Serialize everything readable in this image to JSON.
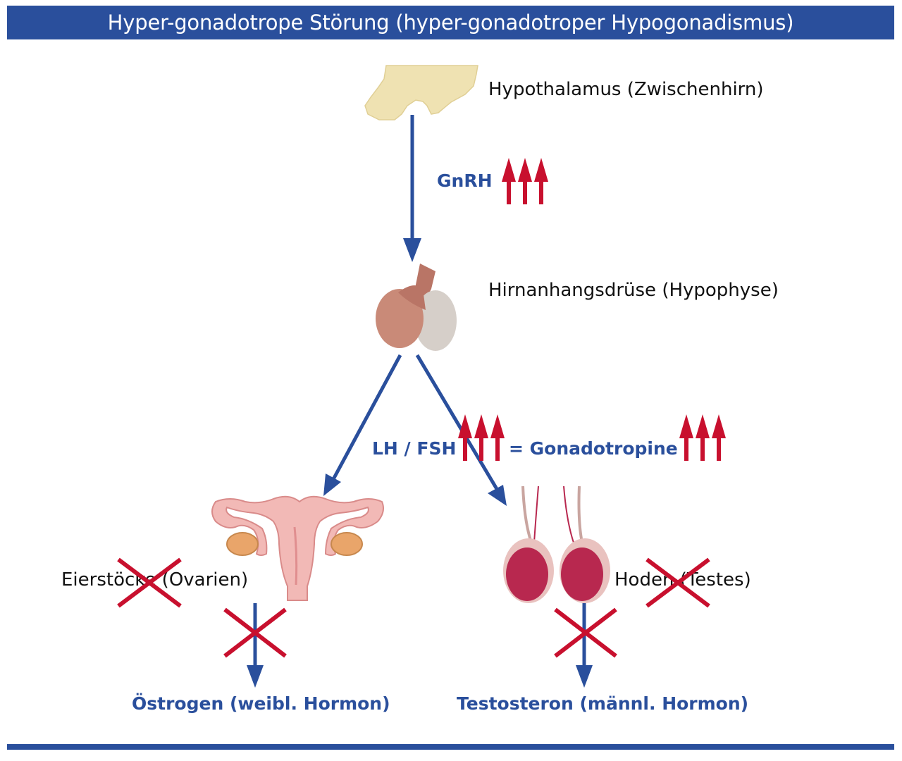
{
  "title": "Hyper-gonadotrope Störung (hyper-gonadotroper Hypogonadismus)",
  "labels": {
    "hypothalamus": "Hypothalamus (Zwischenhirn)",
    "pituitary": "Hirnanhangsdrüse (Hypophyse)",
    "gnrh": "GnRH",
    "lh_fsh": "LH / FSH",
    "gonadotropins": "= Gonadotropine",
    "ovaries": "Eierstöcke (Ovarien)",
    "testes": "Hoden (Testes)",
    "estrogen": "Östrogen (weibl. Hormon)",
    "testosterone": "Testosteron (männl. Hormon)"
  },
  "colors": {
    "brand_blue": "#2a4f9c",
    "alert_red": "#c8102e",
    "hypothalamus_fill": "#efe2b2",
    "pituitary_fill": "#c98a78",
    "uterus_fill": "#f2b9b6",
    "testes_fill": "#b8284f"
  },
  "icons": {
    "increase": "triple-up-arrow-icon",
    "blocked": "red-x-icon"
  }
}
